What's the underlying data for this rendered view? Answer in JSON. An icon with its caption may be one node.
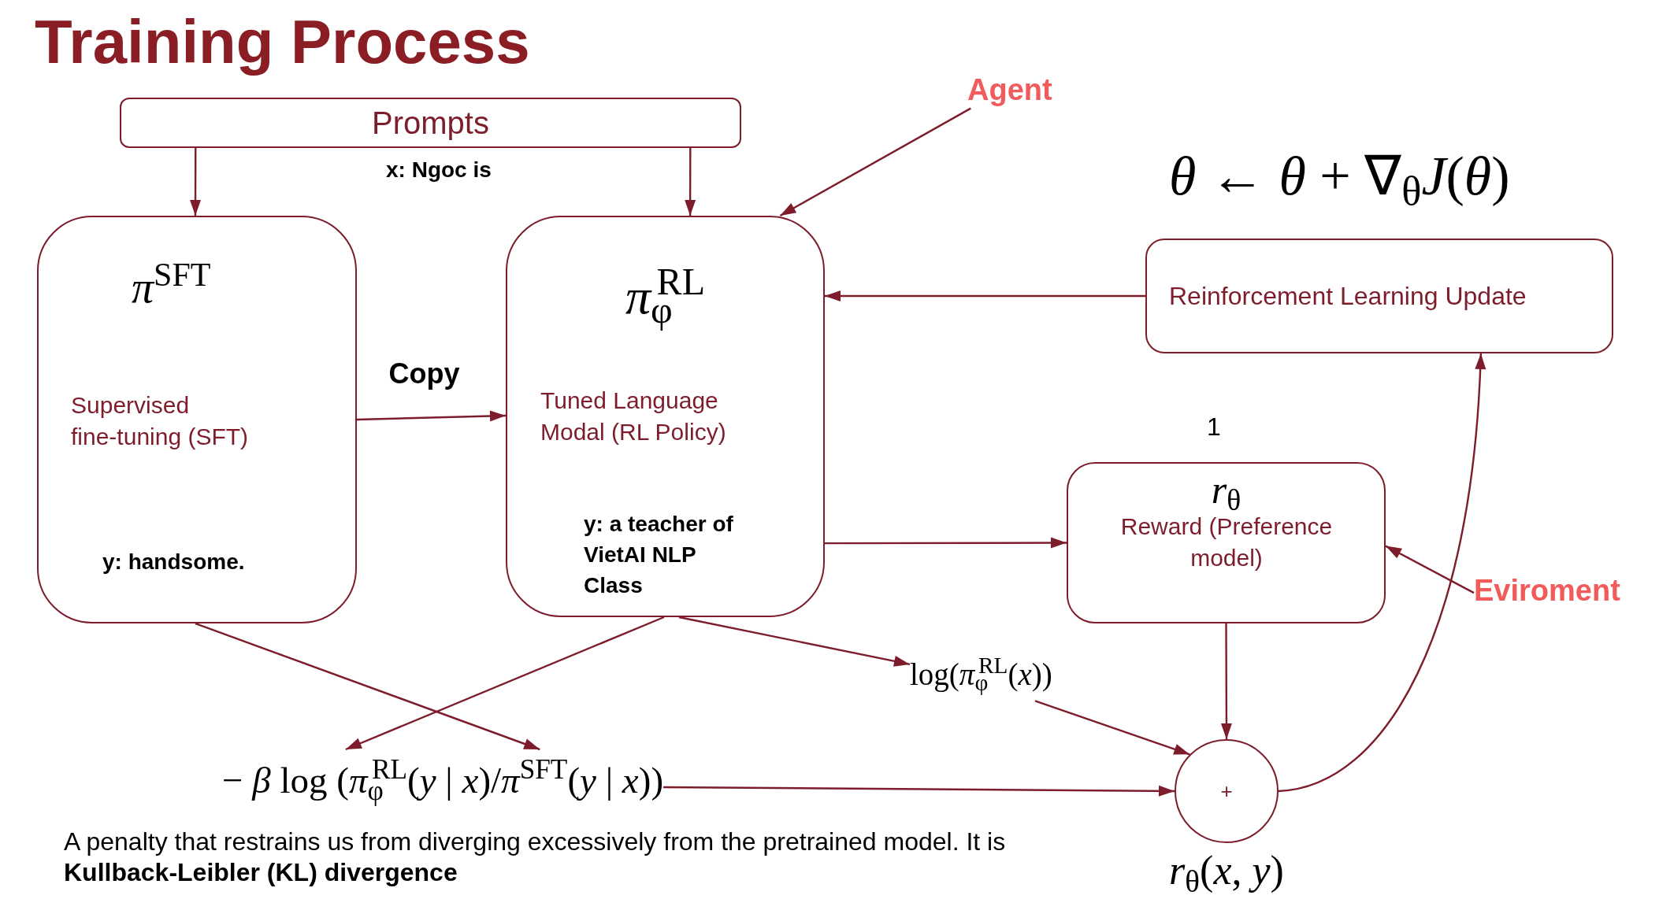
{
  "diagram": {
    "title": "Training Process",
    "nodes": [
      {
        "text": [
          "Prompts"
        ],
        "beside": [
          "x: Ngoc is"
        ]
      },
      {
        "text": [
          "Agent"
        ]
      },
      {
        "text": [
          "*π*$^{SFT}$",
          "Supervised fine-tuning (SFT)",
          "y: handsome."
        ]
      },
      {
        "text": [
          "*π*$_{φ}$$^{RL}$",
          "Tuned Language Modal (RL Policy)",
          "y: a teacher of VietAI NLP Class"
        ]
      },
      {
        "text": [
          "Reinforcement Learning Update"
        ],
        "beside": [
          "*θ* ← *θ* + ∇$_{θ}$*J*(*θ*)"
        ]
      },
      {
        "text": [
          "*r*$_{θ}$",
          "Reward (Preference model)"
        ]
      },
      {
        "text": [
          "Eviroment"
        ]
      },
      {
        "text": [
          "log(*π*$_{φ}$$^{RL}$(*x*))"
        ]
      },
      {
        "text": [
          "− *β* log (*π*$_{φ}$$^{RL}$(*y* | *x*)/*π*$^{SFT}$(*y* | *x*))"
        ]
      },
      {
        "text": [
          "+"
        ],
        "beside": [
          "*r*$_{θ}$(*x*, *y*)"
        ]
      }
    ],
    "edges": [
      {
        "from": 0,
        "to": 2,
        "arrow": "to"
      },
      {
        "from": 0,
        "to": 3,
        "arrow": "to"
      },
      {
        "from": 1,
        "to": 3,
        "arrow": "to"
      },
      {
        "from": 2,
        "to": 3,
        "arrow": "to",
        "label": "Copy"
      },
      {
        "from": 4,
        "to": 3,
        "arrow": "to"
      },
      {
        "from": 3,
        "to": 5,
        "arrow": "to"
      },
      {
        "from": 6,
        "to": 5,
        "arrow": "to"
      },
      {
        "from": 2,
        "to": 8,
        "arrow": "to"
      },
      {
        "from": 3,
        "to": 8,
        "arrow": "to"
      },
      {
        "from": 3,
        "to": 7,
        "arrow": "to"
      },
      {
        "from": 7,
        "to": 9,
        "arrow": "to"
      },
      {
        "from": 5,
        "to": 9,
        "arrow": "to"
      },
      {
        "from": 8,
        "to": 9,
        "arrow": "to"
      },
      {
        "from": 9,
        "to": 4,
        "arrow": "to"
      }
    ],
    "labels": [
      "1",
      "A penalty that restrains us from diverging excessively from the pretrained model. It is **Kullback-Leibler (KL) divergence**"
    ]
  }
}
